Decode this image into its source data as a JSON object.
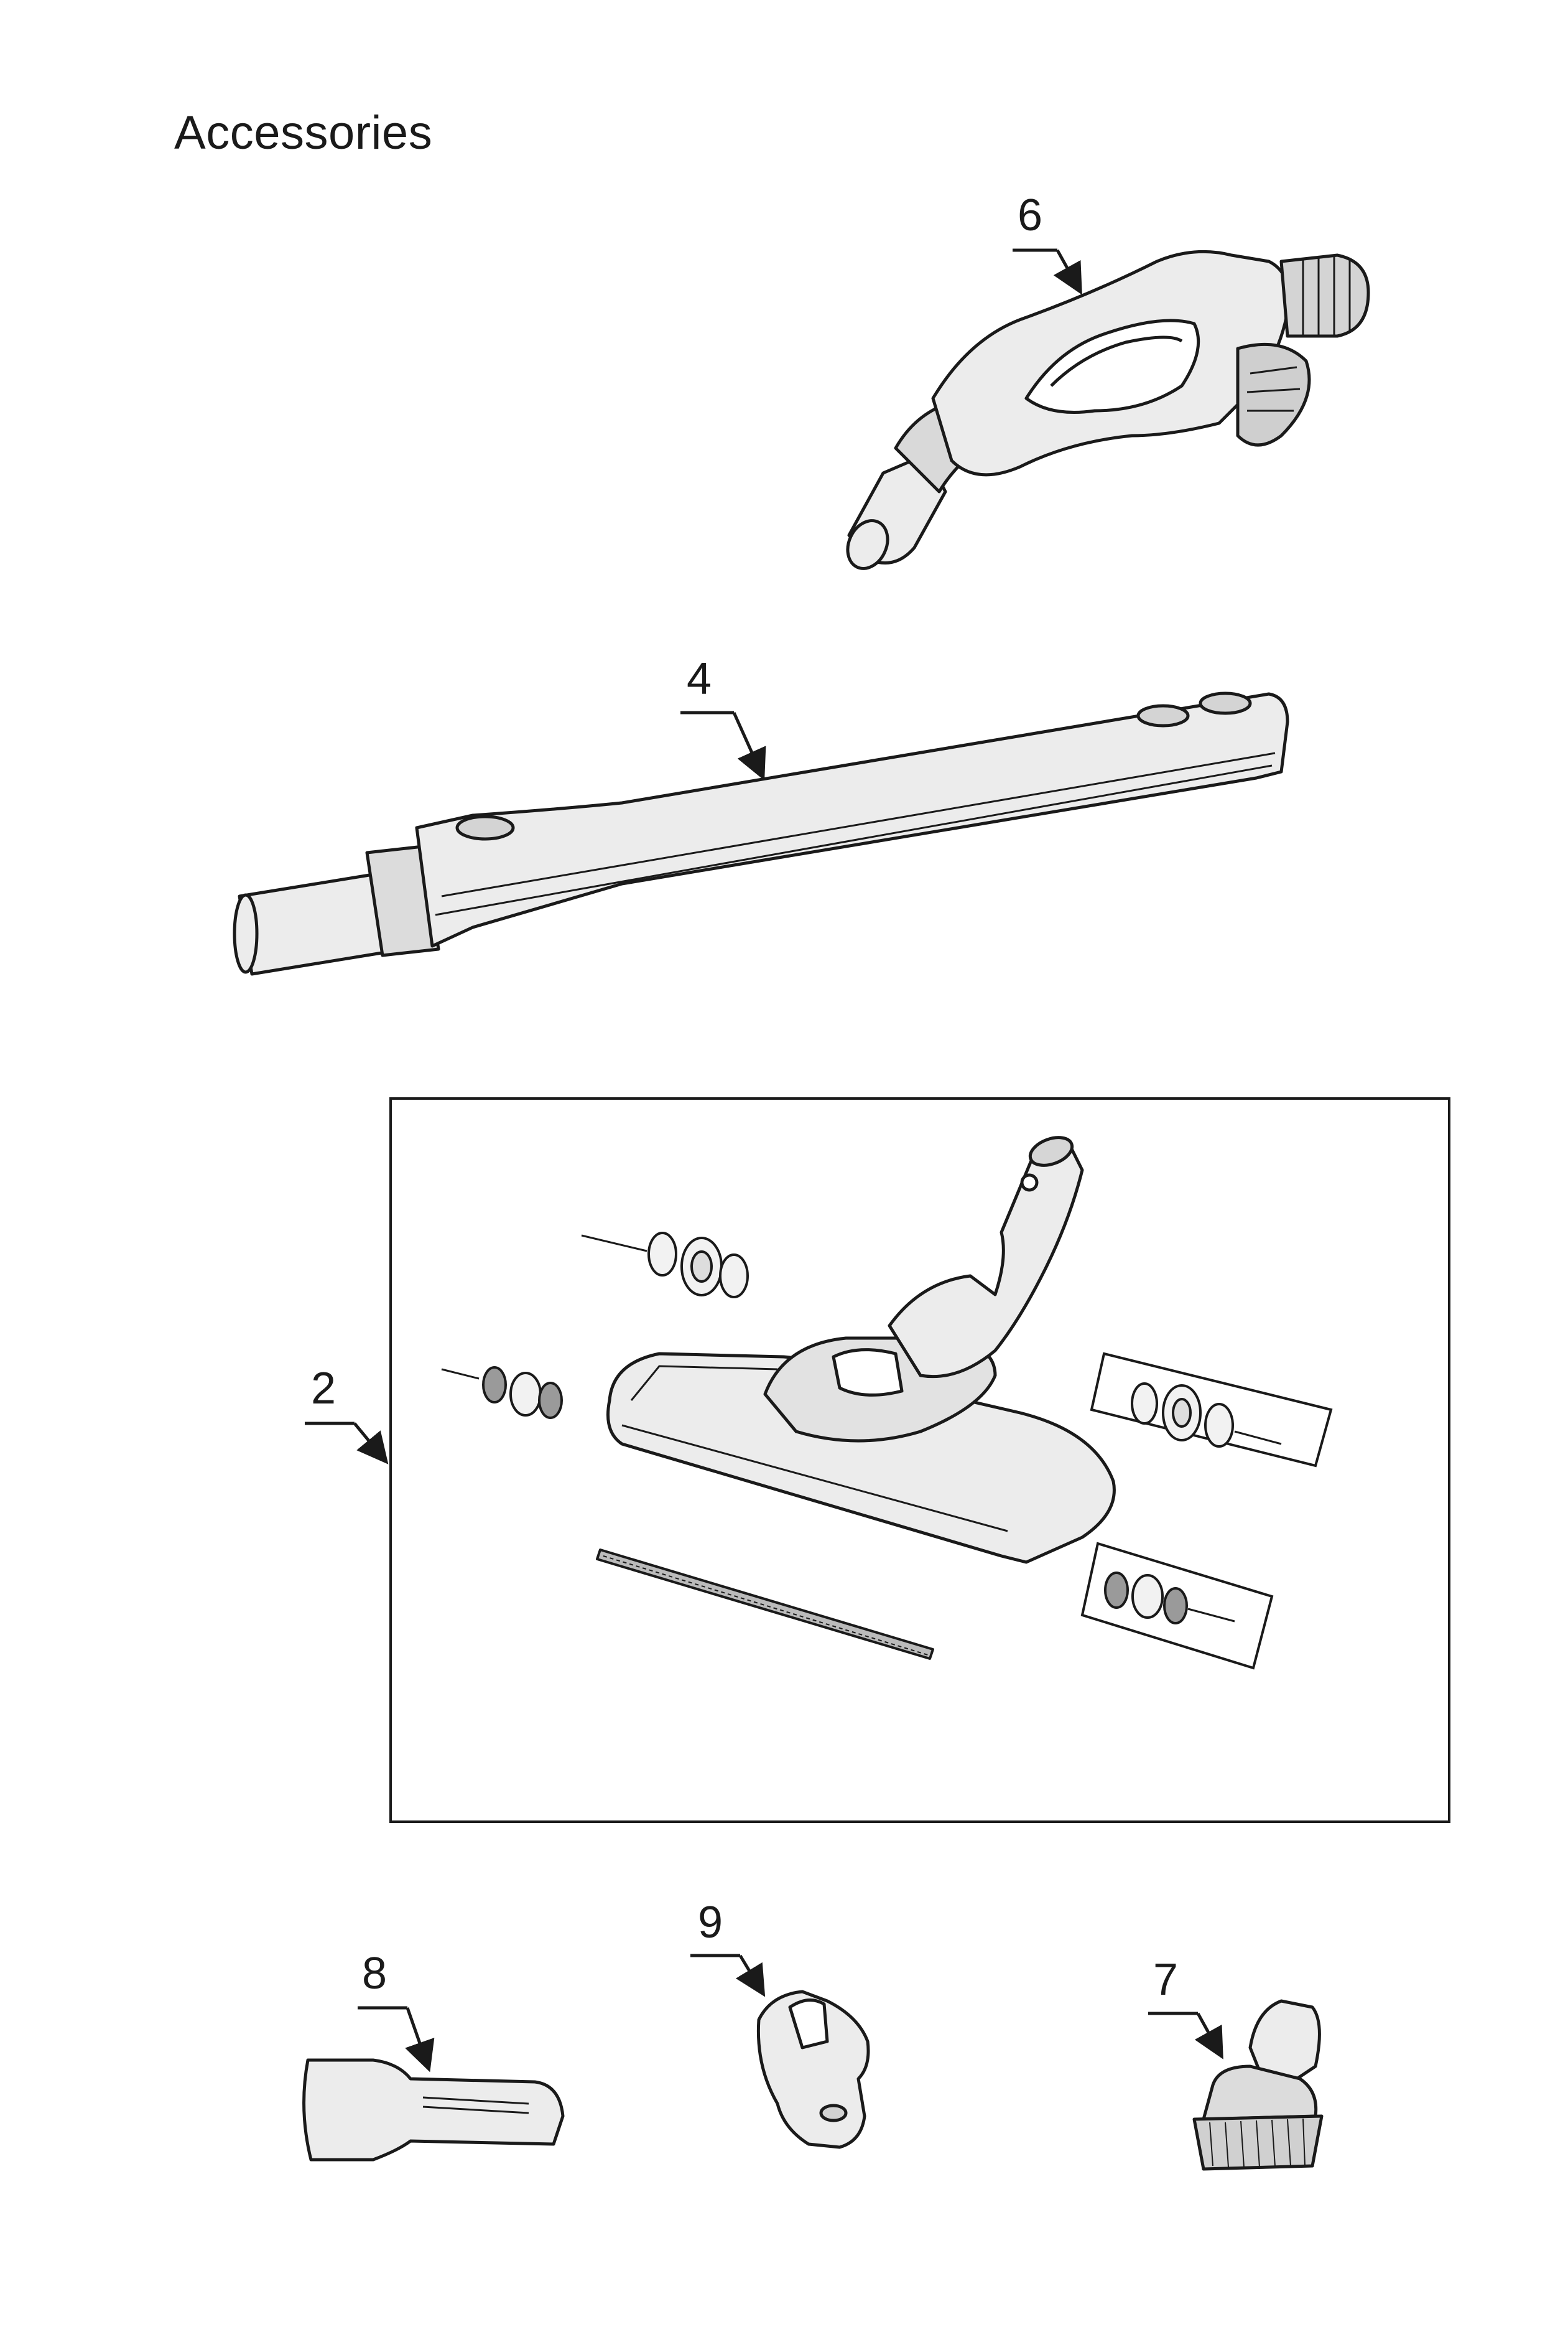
{
  "page": {
    "title": "Accessories"
  },
  "parts": [
    {
      "id": "hose-handle",
      "number": "6",
      "icon": "hose-handle-icon"
    },
    {
      "id": "extension-tube",
      "number": "4",
      "icon": "telescopic-tube-icon"
    },
    {
      "id": "floor-nozzle-assembly",
      "number": "2",
      "icon": "floor-nozzle-icon"
    },
    {
      "id": "crevice-tool",
      "number": "8",
      "icon": "crevice-tool-icon"
    },
    {
      "id": "upholstery-tool",
      "number": "9",
      "icon": "upholstery-tool-icon"
    },
    {
      "id": "dusting-brush",
      "number": "7",
      "icon": "dusting-brush-icon"
    }
  ],
  "colors": {
    "line": "#1a1a1a",
    "fill_light": "#ececec",
    "fill_mid": "#cfcfcf",
    "background": "#ffffff"
  }
}
